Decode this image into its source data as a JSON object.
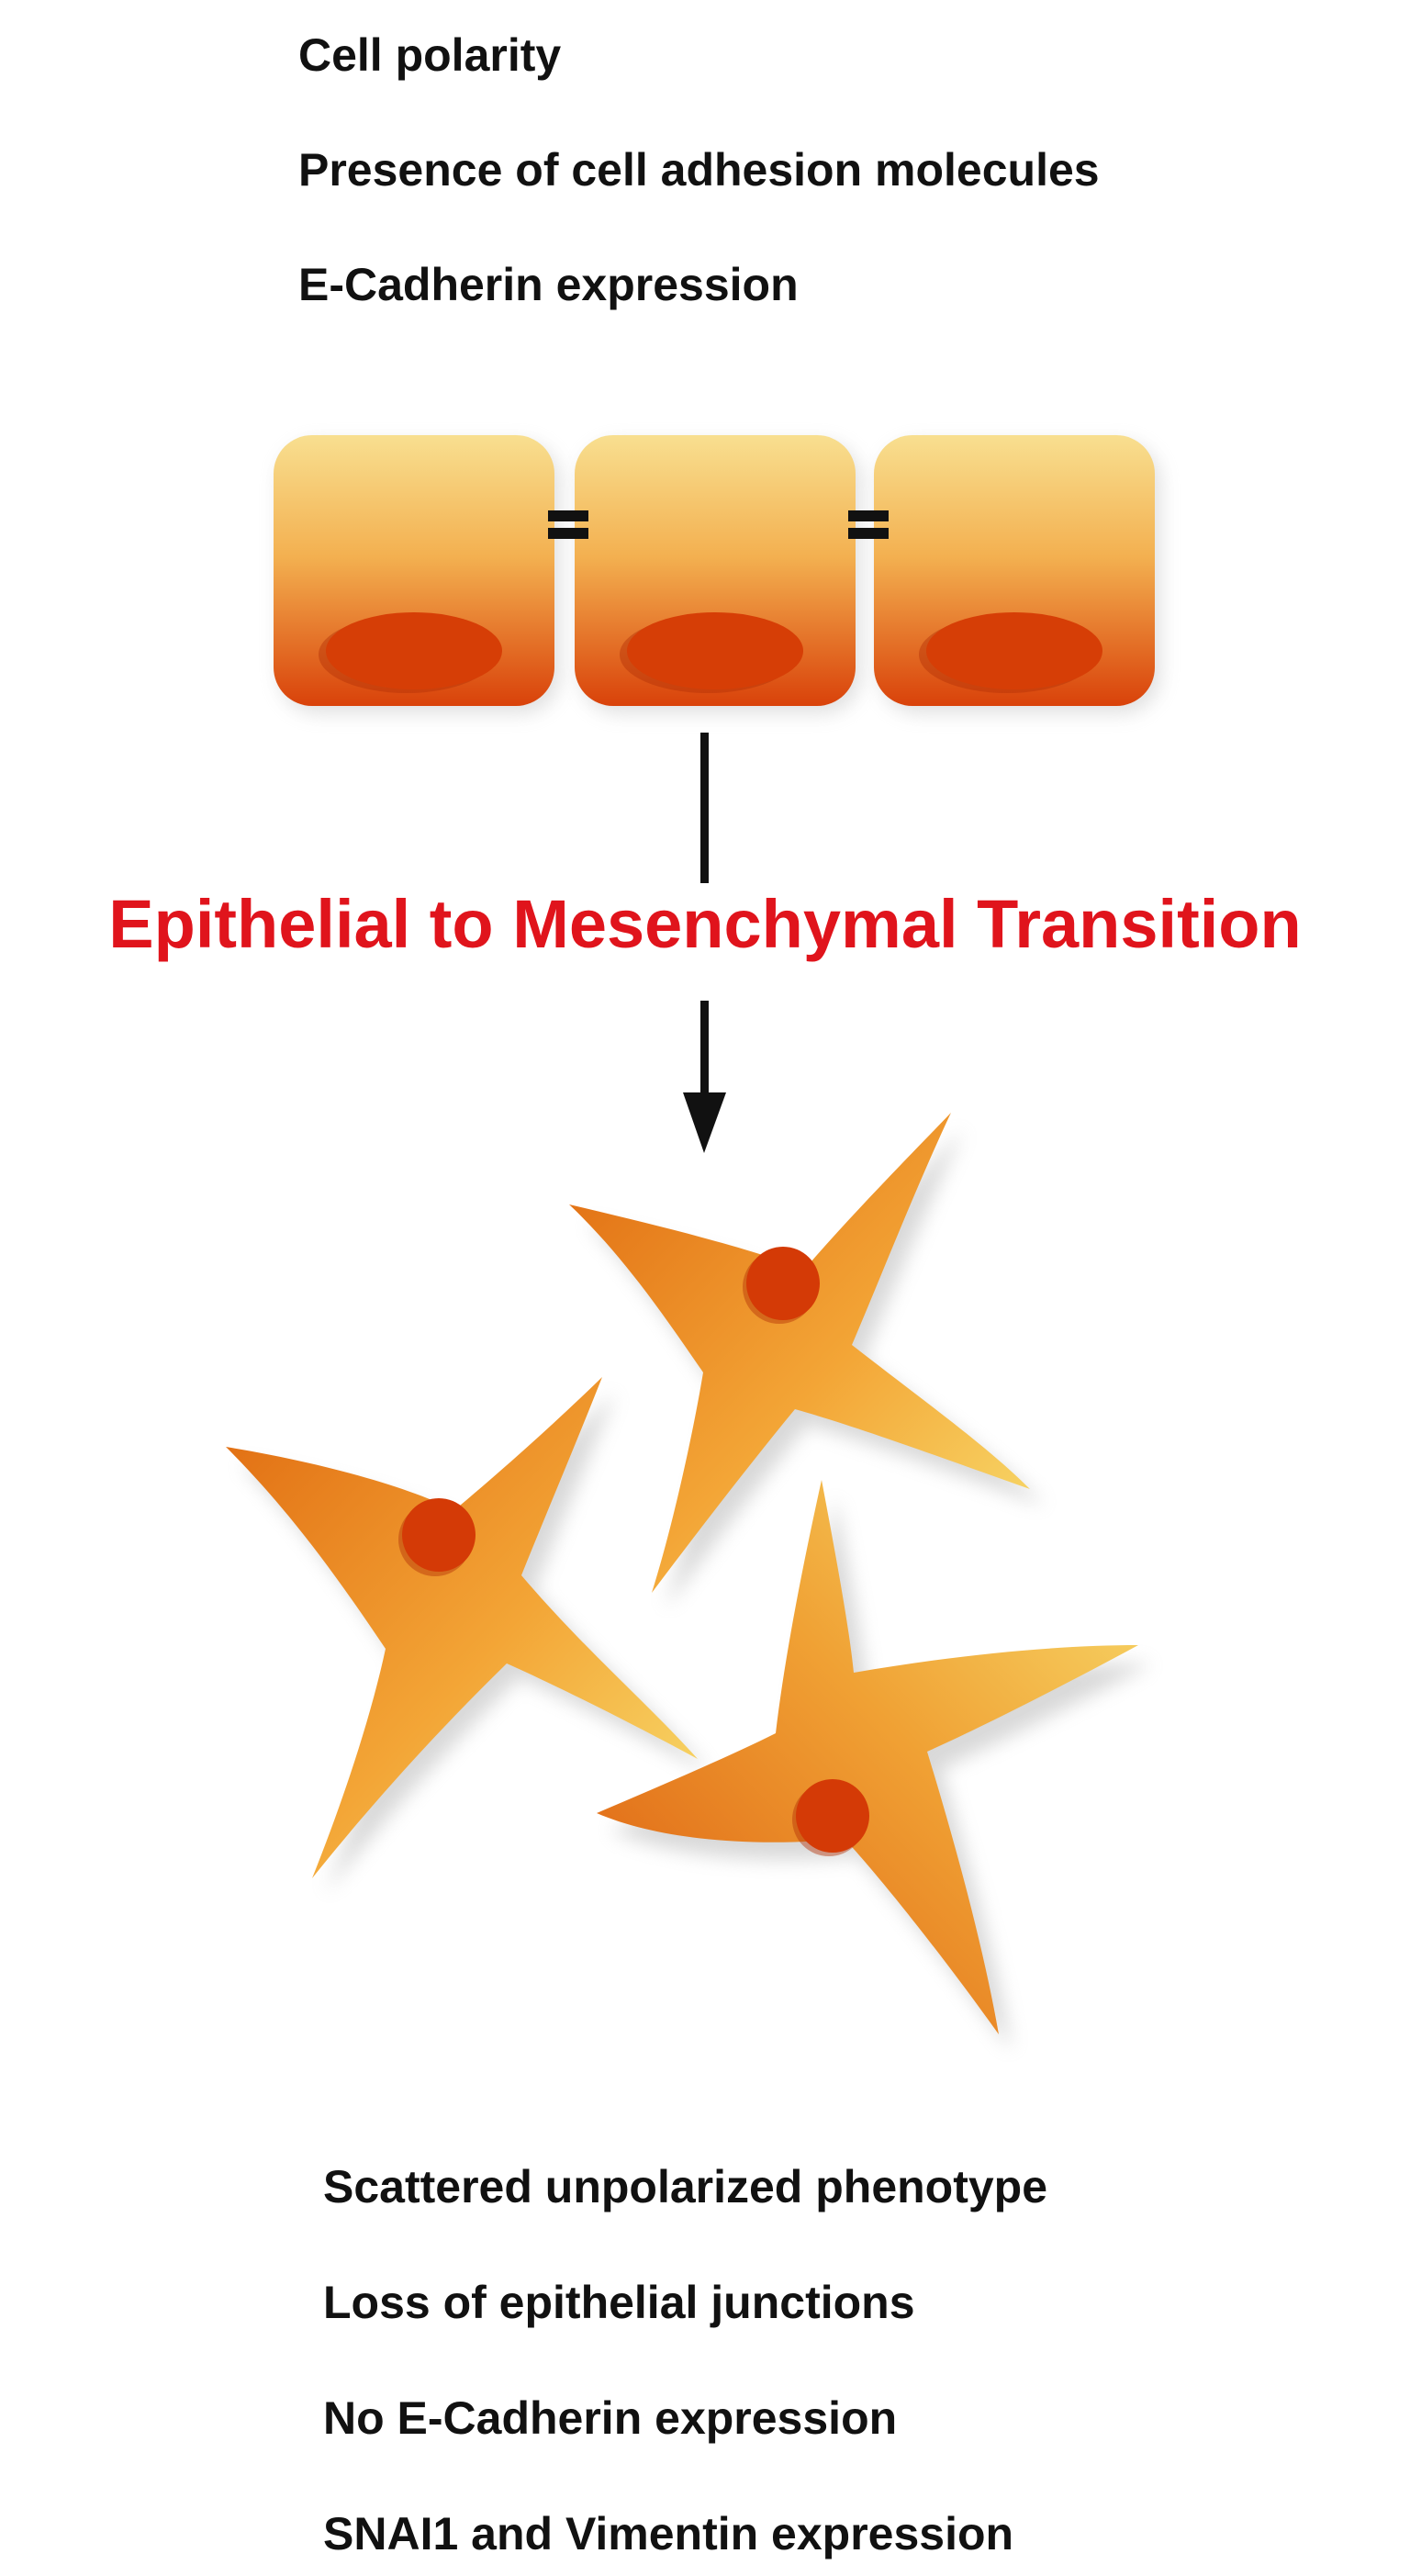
{
  "epithelial_features": [
    "Cell polarity",
    "Presence of cell adhesion molecules",
    "E-Cadherin expression"
  ],
  "process_label": "Epithelial to Mesenchymal Transition",
  "mesenchymal_features": [
    "Scattered unpolarized phenotype",
    "Loss of epithelial junctions",
    "No E-Cadherin expression",
    "SNAI1 and Vimentin expression"
  ],
  "colors": {
    "title": "#e0141c",
    "text": "#111111",
    "cell_light": "#f8dc88",
    "cell_mid": "#f0a440",
    "cell_dark": "#d8440a",
    "nucleus": "#d43a06",
    "arrow": "#111111"
  }
}
